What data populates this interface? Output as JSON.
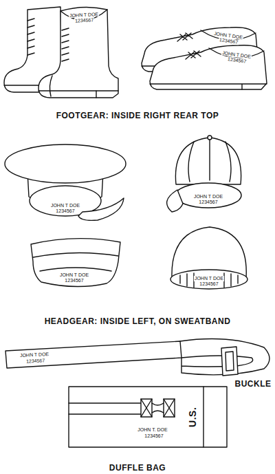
{
  "diagram": {
    "labels": [
      "JOHN T DOE",
      "1234567",
      "JOHN T DOE",
      "1234567",
      "JOHN T DOE",
      "1234567",
      "FOOTGEAR: INSIDE RIGHT REAR TOP",
      "JOHN T DOE",
      "1234567",
      "JOHN T DOE",
      "1234567",
      "JOHN T DOE",
      "1234567",
      "JOHN T DOE",
      "1234567",
      "HEADGEAR: INSIDE LEFT, ON SWEATBAND",
      "JOHN T DOE",
      "1234567",
      "BUCKLE",
      "U.S.",
      "JOHN T. DOE",
      "1234567",
      "DUFFLE BAG"
    ]
  }
}
